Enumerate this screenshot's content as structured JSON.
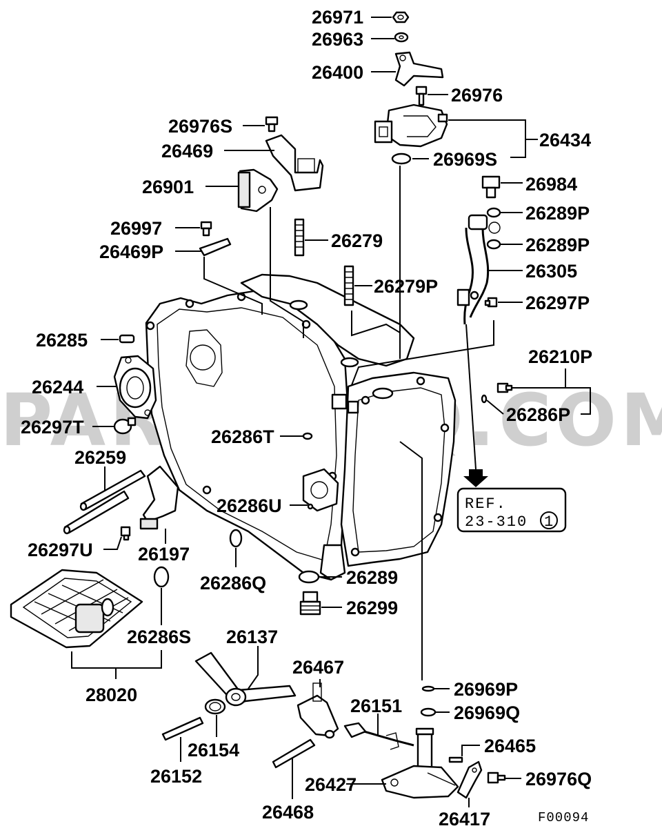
{
  "watermark": "PARTSOUQ.COM",
  "figure_code": "F00094",
  "ref_box": {
    "line1": "REF.",
    "line2": "23-310",
    "circled": "1"
  },
  "labels": {
    "p26971": "26971",
    "p26963": "26963",
    "p26400": "26400",
    "p26976": "26976",
    "p26976S": "26976S",
    "p26434": "26434",
    "p26469": "26469",
    "p26969S": "26969S",
    "p26901": "26901",
    "p26984": "26984",
    "p26289P_a": "26289P",
    "p26997": "26997",
    "p26279": "26279",
    "p26469P": "26469P",
    "p26289P_b": "26289P",
    "p26305": "26305",
    "p26279P": "26279P",
    "p26297P": "26297P",
    "p26285": "26285",
    "p26210P": "26210P",
    "p26244": "26244",
    "p26286P": "26286P",
    "p26297T": "26297T",
    "p26286T": "26286T",
    "p26259": "26259",
    "p26286U": "26286U",
    "p26297U": "26297U",
    "p26197": "26197",
    "p26289": "26289",
    "p26286Q": "26286Q",
    "p26299": "26299",
    "p26286S": "26286S",
    "p26137": "26137",
    "p28020": "28020",
    "p26467": "26467",
    "p26969P": "26969P",
    "p26151": "26151",
    "p26969Q": "26969Q",
    "p26154": "26154",
    "p26465": "26465",
    "p26152": "26152",
    "p26427": "26427",
    "p26976Q": "26976Q",
    "p26468": "26468",
    "p26417": "26417"
  }
}
